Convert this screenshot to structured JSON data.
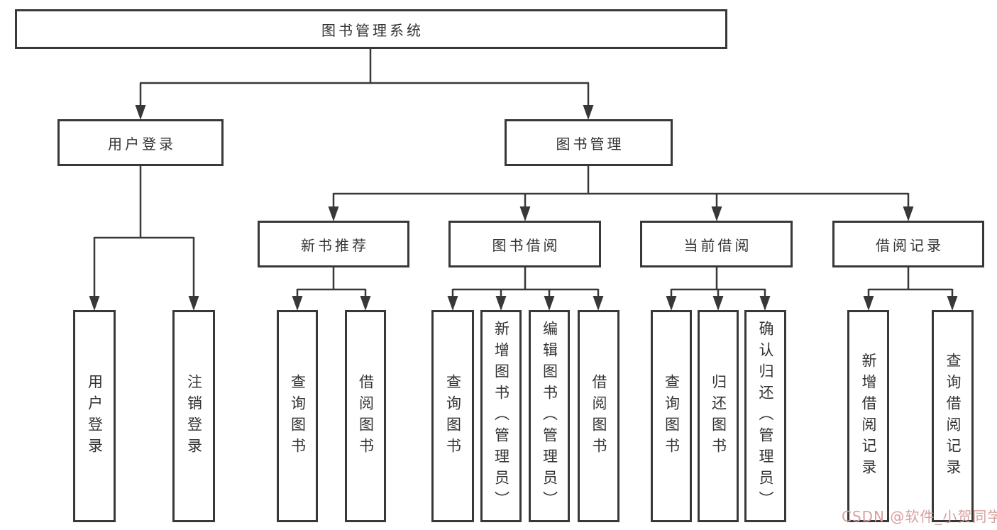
{
  "diagram": {
    "type": "hierarchy-tree",
    "root": {
      "label": "图书管理系统",
      "children": [
        {
          "label": "用户登录",
          "children": [
            {
              "label": "用户登录"
            },
            {
              "label": "注销登录"
            }
          ]
        },
        {
          "label": "图书管理",
          "children": [
            {
              "label": "新书推荐",
              "children": [
                {
                  "label": "查询图书"
                },
                {
                  "label": "借阅图书"
                }
              ]
            },
            {
              "label": "图书借阅",
              "children": [
                {
                  "label": "查询图书"
                },
                {
                  "label": "新增图书（管理员）"
                },
                {
                  "label": "编辑图书（管理员）"
                },
                {
                  "label": "借阅图书"
                }
              ]
            },
            {
              "label": "当前借阅",
              "children": [
                {
                  "label": "查询图书"
                },
                {
                  "label": "归还图书"
                },
                {
                  "label": "确认归还（管理员）"
                }
              ]
            },
            {
              "label": "借阅记录",
              "children": [
                {
                  "label": "新增借阅记录"
                },
                {
                  "label": "查询借阅记录"
                }
              ]
            }
          ]
        }
      ]
    }
  },
  "watermark": {
    "text": "CSDN @软件_小贺同学"
  },
  "colors": {
    "line": "#383838",
    "box_border": "#383838",
    "box_background": "#ffffff",
    "text": "#333333",
    "watermark": "#d89f9f",
    "background": "#ffffff"
  }
}
